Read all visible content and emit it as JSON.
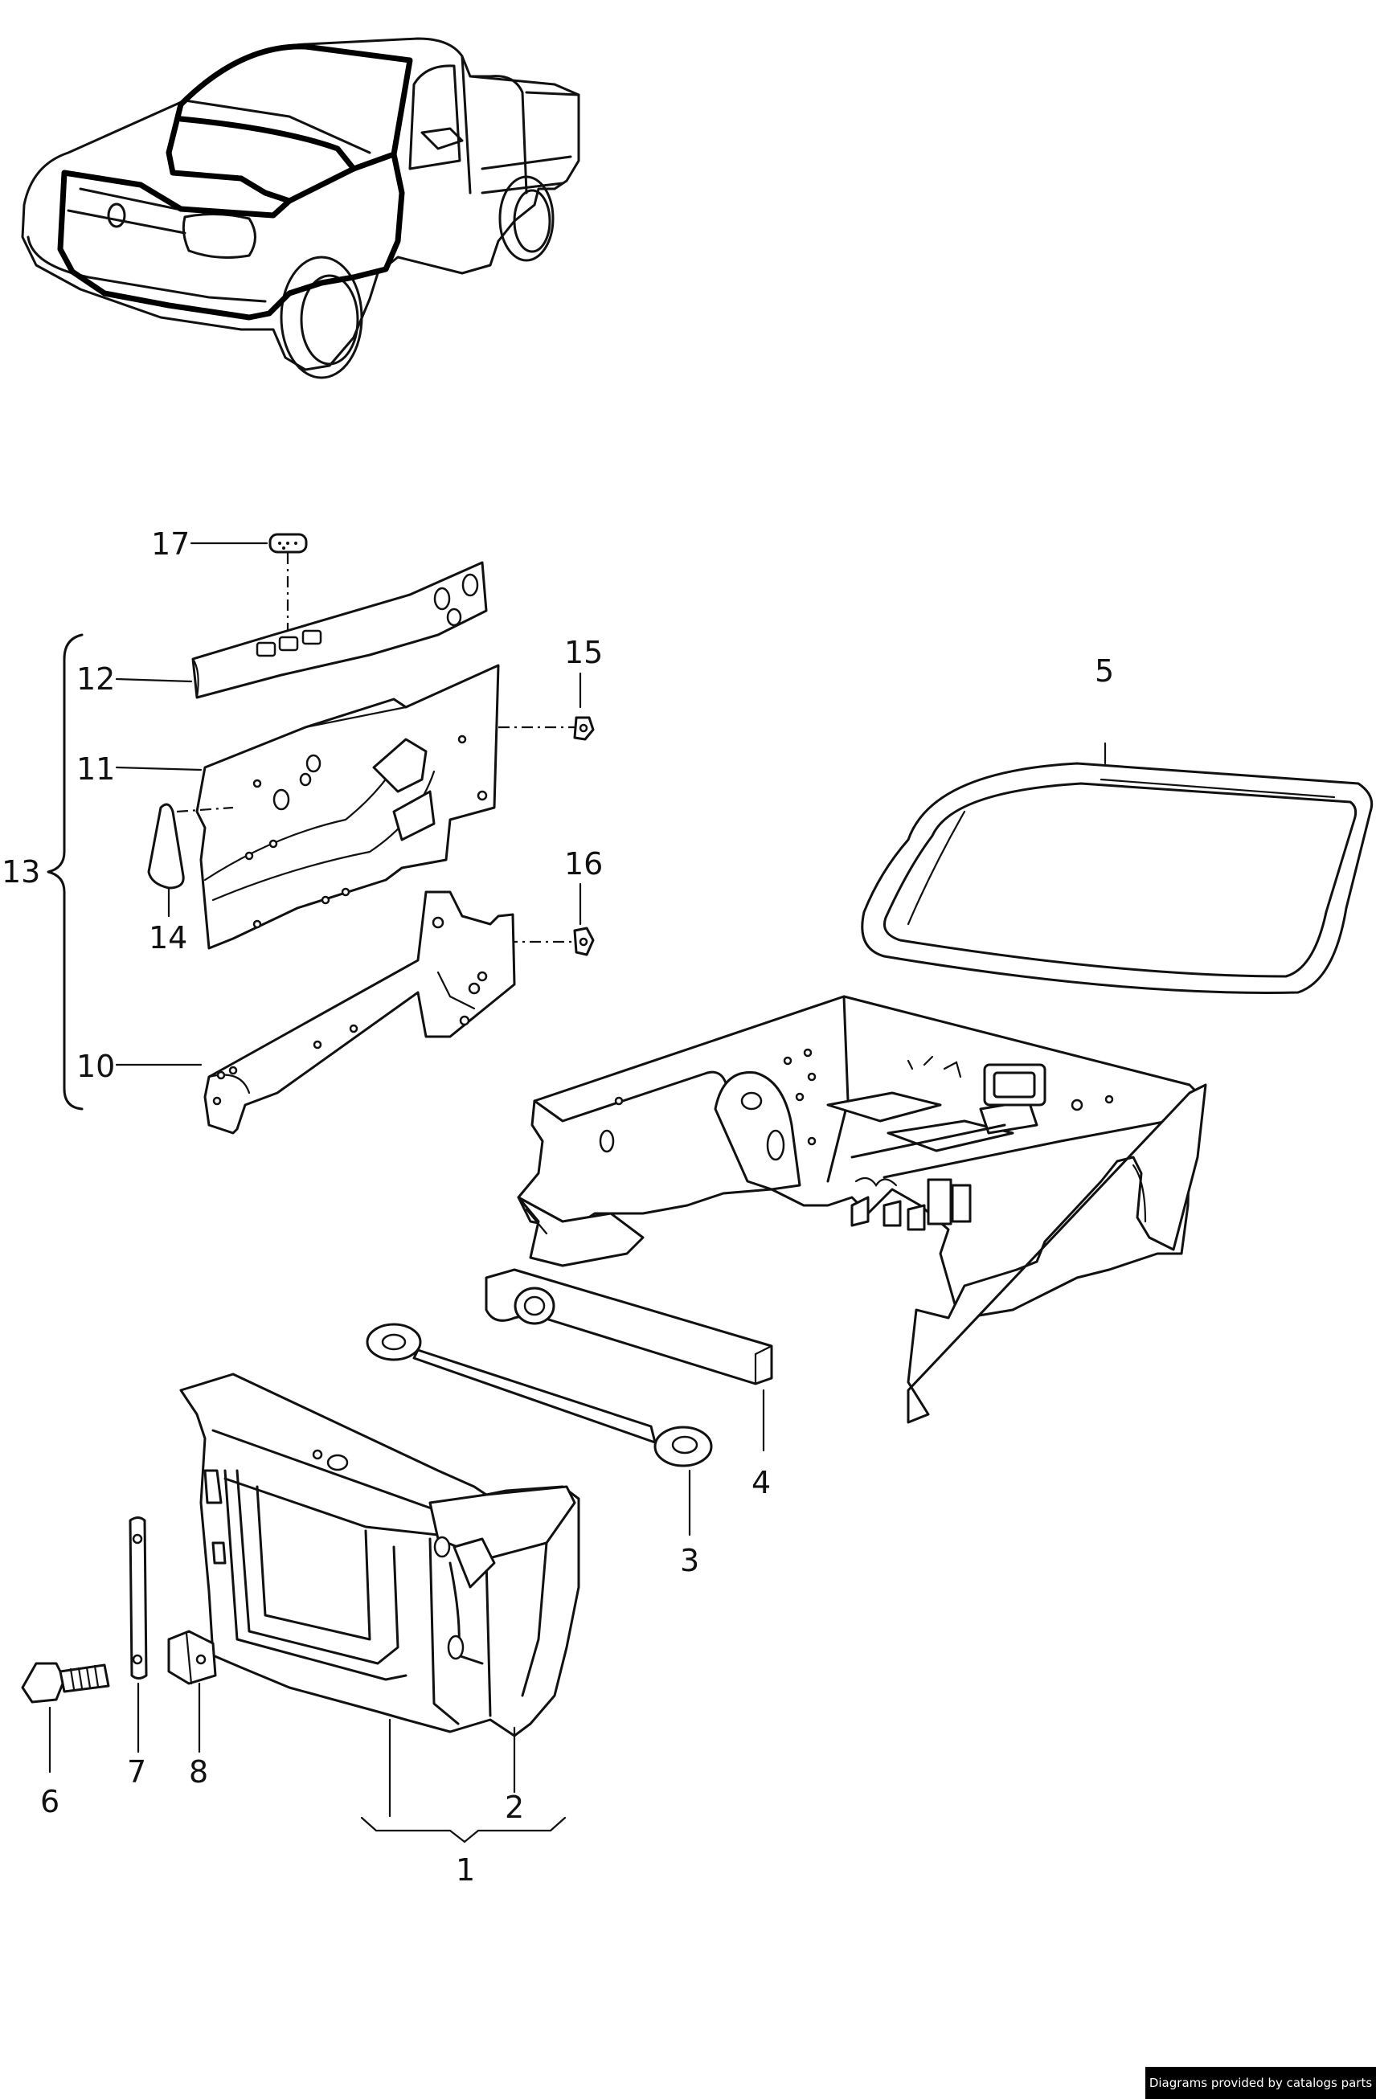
{
  "labels": {
    "p1": "1",
    "p2": "2",
    "p3": "3",
    "p4": "4",
    "p5": "5",
    "p6": "6",
    "p7": "7",
    "p8": "8",
    "p10": "10",
    "p11": "11",
    "p12": "12",
    "p13": "13",
    "p14": "14",
    "p15": "15",
    "p16": "16",
    "p17": "17"
  },
  "footer": "Diagrams provided by catalogs parts"
}
